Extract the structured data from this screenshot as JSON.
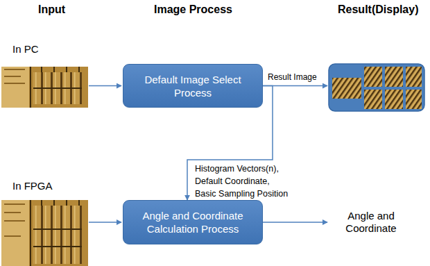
{
  "diagram": {
    "nodes": [
      {
        "text": [
          "Default Image Select Process"
        ]
      },
      {
        "text": [
          "Angle and Coordinate Calculation Process"
        ]
      }
    ],
    "edges": [
      {
        "from": 0,
        "to": 1,
        "arrow": "to",
        "label": "Histogram Vectors(n), Default Coordinate, Basic Sampling Position"
      }
    ],
    "labels": [
      "Input",
      "Image Process",
      "Result(Display)",
      "In PC",
      "In FPGA",
      "Result Image",
      "Angle and Coordinate"
    ]
  }
}
